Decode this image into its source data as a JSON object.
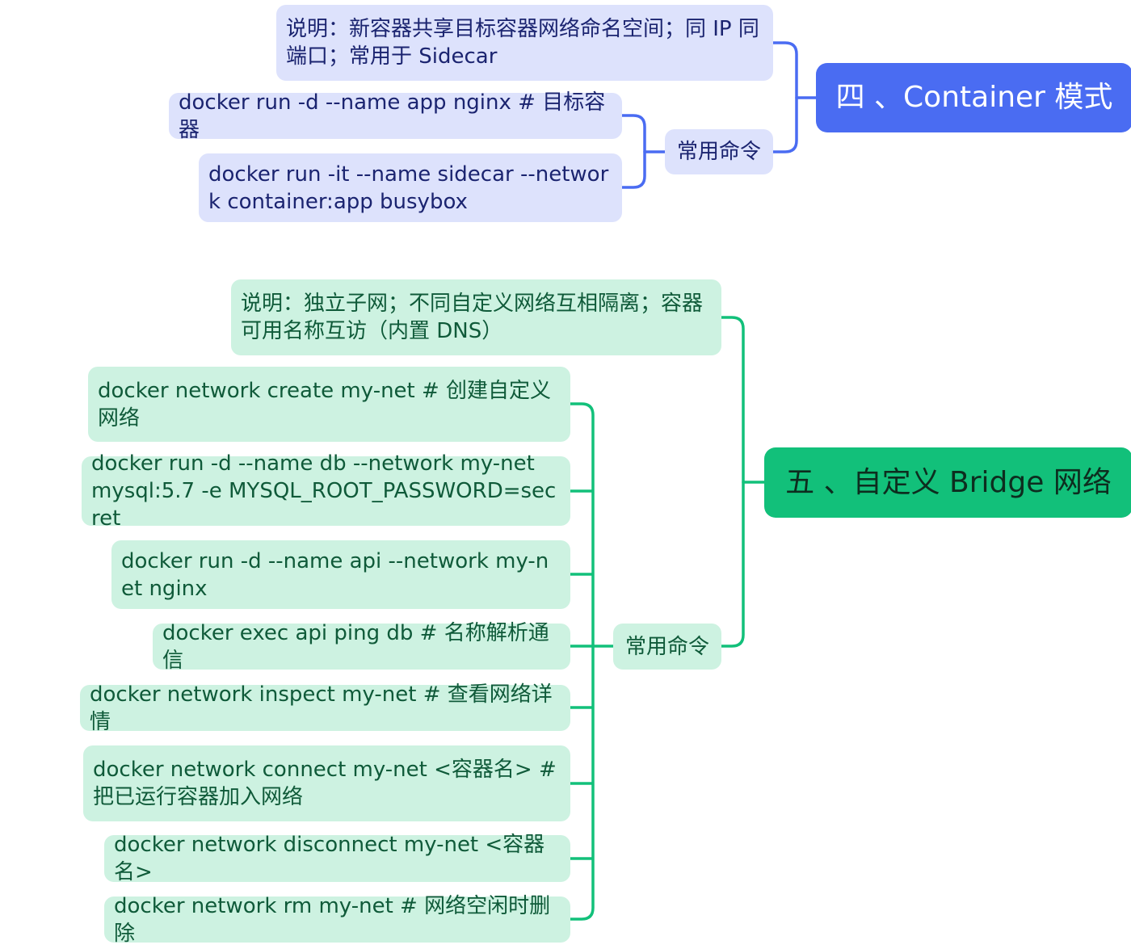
{
  "colors": {
    "blue_accent": "#4a6cf2",
    "blue_leaf": "#dde2fc",
    "green_accent": "#12c07a",
    "green_leaf": "#cdf2e1"
  },
  "sections": [
    {
      "title": "四 、Container 模式",
      "explanation": "说明：新容器共享目标容器网络命名空间；同 IP 同端口；常用于 Sidecar",
      "commands_label": "常用命令",
      "commands": [
        "docker run -d --name app nginx # 目标容器",
        "docker run -it --name sidecar --network container:app busybox"
      ]
    },
    {
      "title": "五 、自定义 Bridge 网络",
      "explanation": "说明：独立子网；不同自定义网络互相隔离；容器可用名称互访（内置 DNS）",
      "commands_label": "常用命令",
      "commands": [
        "docker network create my-net # 创建自定义网络",
        "docker run -d --name db --network my-net mysql:5.7 -e MYSQL_ROOT_PASSWORD=secret",
        "docker run -d --name api --network my-net nginx",
        "docker exec api ping db # 名称解析通信",
        "docker network inspect my-net # 查看网络详情",
        "docker network connect my-net <容器名> # 把已运行容器加入网络",
        "docker network disconnect my-net <容器名>",
        "docker network rm my-net # 网络空闲时删除"
      ]
    }
  ]
}
